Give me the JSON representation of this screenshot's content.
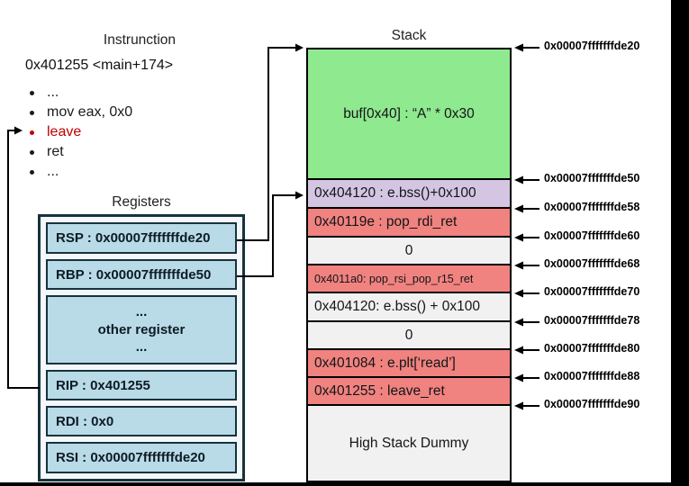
{
  "colors": {
    "buffer": "#8FE98E",
    "writable": "#D4C6E2",
    "gadget": "#F0837F",
    "plain": "#F1F1F1",
    "register_bg": "#B9DAE7",
    "panel_border": "#17323E",
    "highlight": "#C00000",
    "arrow": "#000000"
  },
  "instruction": {
    "title": "Instrunction",
    "address_line": "0x401255 <main+174>",
    "items": [
      {
        "text": "...",
        "highlight": false
      },
      {
        "text": "mov eax, 0x0",
        "highlight": false
      },
      {
        "text": "leave",
        "highlight": true
      },
      {
        "text": "ret",
        "highlight": false
      },
      {
        "text": "...",
        "highlight": false
      }
    ]
  },
  "registers": {
    "title": "Registers",
    "items": [
      {
        "id": "rsp",
        "lines": [
          "RSP : 0x00007fffffffde20"
        ]
      },
      {
        "id": "rbp",
        "lines": [
          "RBP : 0x00007fffffffde50"
        ]
      },
      {
        "id": "other",
        "lines": [
          "...",
          "other register",
          "..."
        ]
      },
      {
        "id": "rip",
        "lines": [
          "RIP : 0x401255"
        ]
      },
      {
        "id": "rdi",
        "lines": [
          "RDI : 0x0"
        ]
      },
      {
        "id": "rsi",
        "lines": [
          "RSI : 0x00007fffffffde20"
        ]
      }
    ]
  },
  "stack": {
    "title": "Stack",
    "rows": [
      {
        "label": "buf[0x40] : “A” * 0x30",
        "color": "buffer",
        "height": 147,
        "center": true
      },
      {
        "label": "0x404120 : e.bss()+0x100",
        "color": "writable",
        "height": 32
      },
      {
        "label": "0x40119e : pop_rdi_ret",
        "color": "gadget",
        "height": 32
      },
      {
        "label": "0",
        "color": "plain",
        "height": 31,
        "center": true
      },
      {
        "label": "0x4011a0: pop_rsi_pop_r15_ret",
        "color": "gadget",
        "height": 31,
        "small": true
      },
      {
        "label": "0x404120: e.bss() + 0x100",
        "color": "plain",
        "height": 32
      },
      {
        "label": "0",
        "color": "plain",
        "height": 31,
        "center": true
      },
      {
        "label": "0x401084 : e.plt[‘read’]",
        "color": "gadget",
        "height": 31
      },
      {
        "label": "0x401255 : leave_ret",
        "color": "gadget",
        "height": 31
      },
      {
        "label": "High Stack Dummy",
        "color": "plain",
        "height": 85,
        "center": true
      }
    ]
  },
  "addresses": [
    "0x00007fffffffde20",
    "0x00007fffffffde50",
    "0x00007fffffffde58",
    "0x00007fffffffde60",
    "0x00007fffffffde68",
    "0x00007fffffffde70",
    "0x00007fffffffde78",
    "0x00007fffffffde80",
    "0x00007fffffffde88",
    "0x00007fffffffde90"
  ]
}
